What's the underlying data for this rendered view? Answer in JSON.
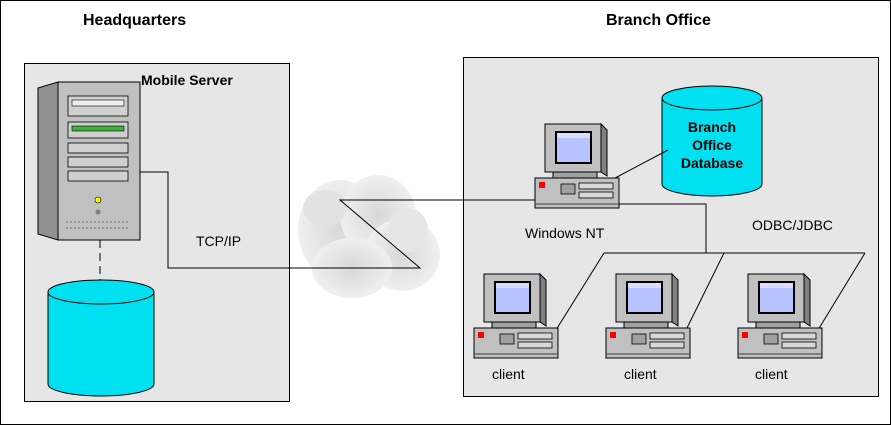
{
  "headquarters": {
    "title": "Headquarters",
    "server_label": "Mobile Server"
  },
  "branch": {
    "title": "Branch Office",
    "database_label_lines": [
      "Branch",
      "Office",
      "Database"
    ],
    "nt_label": "Windows NT",
    "odbc_label": "ODBC/JDBC",
    "clients": [
      "client",
      "client",
      "client"
    ]
  },
  "network": {
    "protocol_label": "TCP/IP"
  },
  "colors": {
    "panel": "#e6e6e6",
    "database": "#00e0f0",
    "screen": "#b8c4ff",
    "case": "#c0c0c0"
  }
}
